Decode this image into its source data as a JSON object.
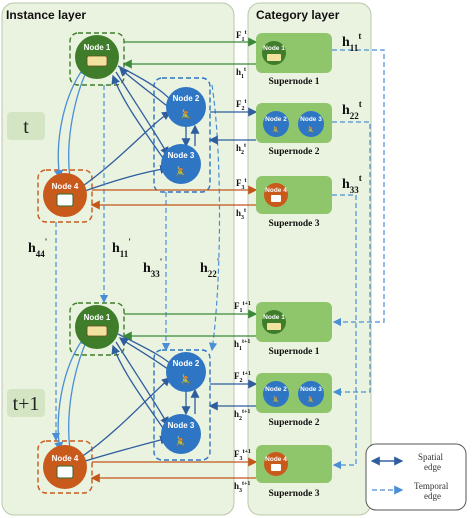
{
  "panels": {
    "instance_title": "Instance layer",
    "category_title": "Category layer"
  },
  "time_labels": {
    "t": "t",
    "t1": "t+1"
  },
  "nodes": {
    "node1": "Node 1",
    "node2": "Node 2",
    "node3": "Node 3",
    "node4": "Node 4"
  },
  "supernodes": {
    "s1": "Supernode 1",
    "s2": "Supernode 2",
    "s3": "Supernode 3"
  },
  "edges": {
    "F1t": {
      "base": "F",
      "sub": "1",
      "sup": "t"
    },
    "F2t": {
      "base": "F",
      "sub": "2",
      "sup": "t"
    },
    "F3t": {
      "base": "F",
      "sub": "3",
      "sup": "t"
    },
    "h1t": {
      "base": "h",
      "sub": "1",
      "sup": "t"
    },
    "h2t": {
      "base": "h",
      "sub": "2",
      "sup": "t"
    },
    "h3t": {
      "base": "h",
      "sub": "3",
      "sup": "t"
    },
    "F1t1": {
      "base": "F",
      "sub": "1",
      "sup": "t+1"
    },
    "F2t1": {
      "base": "F",
      "sub": "2",
      "sup": "t+1"
    },
    "F3t1": {
      "base": "F",
      "sub": "3",
      "sup": "t+1"
    },
    "h1t1": {
      "base": "h",
      "sub": "1",
      "sup": "t+1"
    },
    "h2t1": {
      "base": "h",
      "sub": "2",
      "sup": "t+1"
    },
    "h3t1": {
      "base": "h",
      "sub": "3",
      "sup": "t+1"
    },
    "h11": {
      "base": "h",
      "sub": "11",
      "sup": "t"
    },
    "h22": {
      "base": "h",
      "sub": "22",
      "sup": "t"
    },
    "h33": {
      "base": "h",
      "sub": "33",
      "sup": "t"
    },
    "h44i": {
      "base": "h",
      "sub": "44",
      "sup": "'"
    },
    "h11i": {
      "base": "h",
      "sub": "11",
      "sup": "'"
    },
    "h33i": {
      "base": "h",
      "sub": "33",
      "sup": "'"
    },
    "h22i": {
      "base": "h",
      "sub": "22",
      "sup": "'"
    }
  },
  "legend": {
    "spatial": [
      "Spatial",
      "edge"
    ],
    "temporal": [
      "Temporal",
      "edge"
    ]
  },
  "colors": {
    "panel_fill": "#eaf2e0",
    "supernode_fill": "#8fc66b",
    "green_node": "#3f7d2b",
    "blue_node": "#2e75c4",
    "orange_node": "#c85a1c",
    "edge_green": "#3a8a3a",
    "edge_blue": "#2f5e9e",
    "edge_orange": "#c2571a",
    "temporal_dash": "#4a8fd6"
  }
}
